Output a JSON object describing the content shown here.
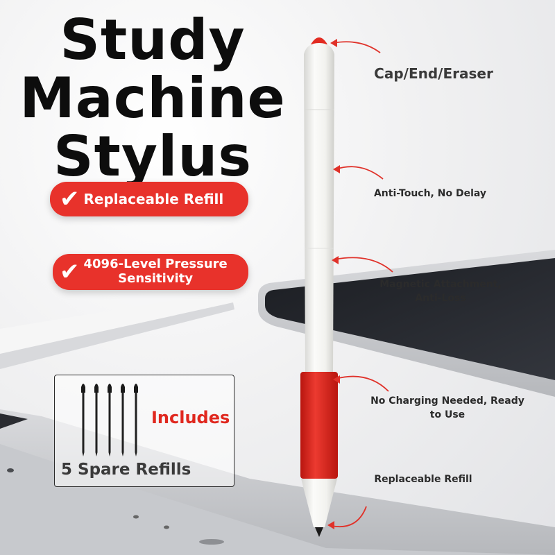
{
  "title": {
    "line1": "Study",
    "line2": "Machine",
    "line3": "Stylus"
  },
  "badges": [
    {
      "text": "Replaceable Refill",
      "icon": "check-icon"
    },
    {
      "line1": "4096-Level Pressure",
      "line2": "Sensitivity",
      "icon": "check-icon"
    }
  ],
  "refill_box": {
    "includes": "Includes",
    "caption": "5 Spare Refills",
    "refill_count": 5
  },
  "callouts": [
    {
      "lines": [
        "Cap/End/Eraser"
      ]
    },
    {
      "lines": [
        "Anti-Touch, No Delay"
      ]
    },
    {
      "lines": [
        "Magnetic Attachment,",
        "Anti-Loss"
      ]
    },
    {
      "lines": [
        "No Charging Needed, Ready",
        "to Use"
      ]
    },
    {
      "lines": [
        "Replaceable Refill"
      ]
    }
  ],
  "colors": {
    "accent_red": "#e8322b",
    "text_dark": "#0d0d0d",
    "stylus_white": "#f7f7f5",
    "grip_red": "#e0251d"
  }
}
